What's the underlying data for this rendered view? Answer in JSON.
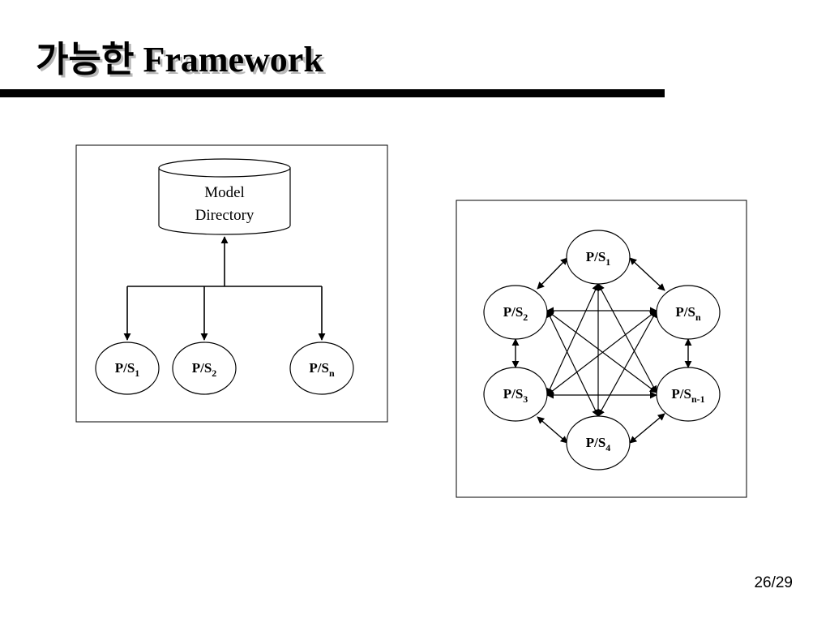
{
  "slide": {
    "title": "가능한 Framework",
    "page_number": "26/29"
  },
  "left_diagram": {
    "database": {
      "line1": "Model",
      "line2": "Directory"
    },
    "nodes": [
      {
        "base": "P/S",
        "sub": "1"
      },
      {
        "base": "P/S",
        "sub": "2"
      },
      {
        "base": "P/S",
        "sub": "n"
      }
    ]
  },
  "right_diagram": {
    "nodes": [
      {
        "base": "P/S",
        "sub": "1"
      },
      {
        "base": "P/S",
        "sub": "2"
      },
      {
        "base": "P/S",
        "sub": "n"
      },
      {
        "base": "P/S",
        "sub": "3"
      },
      {
        "base": "P/S",
        "sub": "n-1"
      },
      {
        "base": "P/S",
        "sub": "4"
      }
    ]
  }
}
